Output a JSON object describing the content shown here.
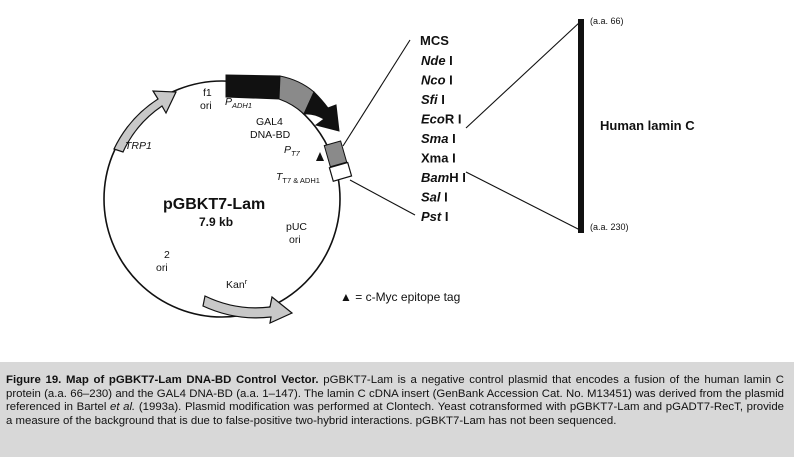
{
  "diagram": {
    "plasmid_name": "pGBKT7-Lam",
    "plasmid_size": "7.9 kb",
    "features": {
      "f1_ori_line1": "f1",
      "f1_ori_line2": "ori",
      "p_adh1_base": "P",
      "p_adh1_sub": "ADH1",
      "gal4_line1": "GAL4",
      "gal4_line2": "DNA-BD",
      "p_t7_base": "P",
      "p_t7_sub": "T7",
      "t_t7_base": "T",
      "t_t7_sub": "T7 & ADH1",
      "trp1": "TRP1",
      "puc_line1": "pUC",
      "puc_line2": "ori",
      "two_micron_line1": "2",
      "two_micron_line2": "ori",
      "kan_base": "Kan",
      "kan_sup": "r"
    },
    "mcs": {
      "title": "MCS",
      "sites": [
        {
          "italic": "Nde",
          "plain": " I"
        },
        {
          "italic": "Nco",
          "plain": " I"
        },
        {
          "italic": "Sfi",
          "plain": " I"
        },
        {
          "italic": "Eco",
          "plain": "R I"
        },
        {
          "italic": "Sma",
          "plain": " I"
        },
        {
          "italic": "",
          "plain": "Xma I"
        },
        {
          "italic": "Bam",
          "plain": "H I"
        },
        {
          "italic": "Sal",
          "plain": " I"
        },
        {
          "italic": "Pst",
          "plain": " I"
        }
      ]
    },
    "insert": {
      "label": "Human lamin C",
      "top_aa": "(a.a. 66)",
      "bottom_aa": "(a.a. 230)"
    },
    "legend": {
      "symbol": "▲",
      "text": " = c-Myc epitope tag"
    }
  },
  "caption": {
    "title": "Figure 19. Map of pGBKT7-Lam DNA-BD Control Vector.",
    "part1": " pGBKT7-Lam is a negative control plasmid that encodes a fusion of the human lamin C protein (a.a. 66–230) and the GAL4 DNA-BD (a.a. 1–147). The lamin C cDNA insert (GenBank Accession Cat. No. M13451) was derived from the plasmid referenced in Bartel ",
    "italic": "et al.",
    "part2": " (1993a). Plasmid modification was performed at Clontech. Yeast cotransformed with pGBKT7-Lam and pGADT7-RecT, provide a measure of the background that is due to false-positive two-hybrid interactions. pGBKT7-Lam has not been sequenced."
  },
  "colors": {
    "gal4_block": "#111111",
    "adh1_block": "#8a8a8a",
    "arrow_fill": "#c8c8c8",
    "caption_bg": "#d8d8d8"
  }
}
